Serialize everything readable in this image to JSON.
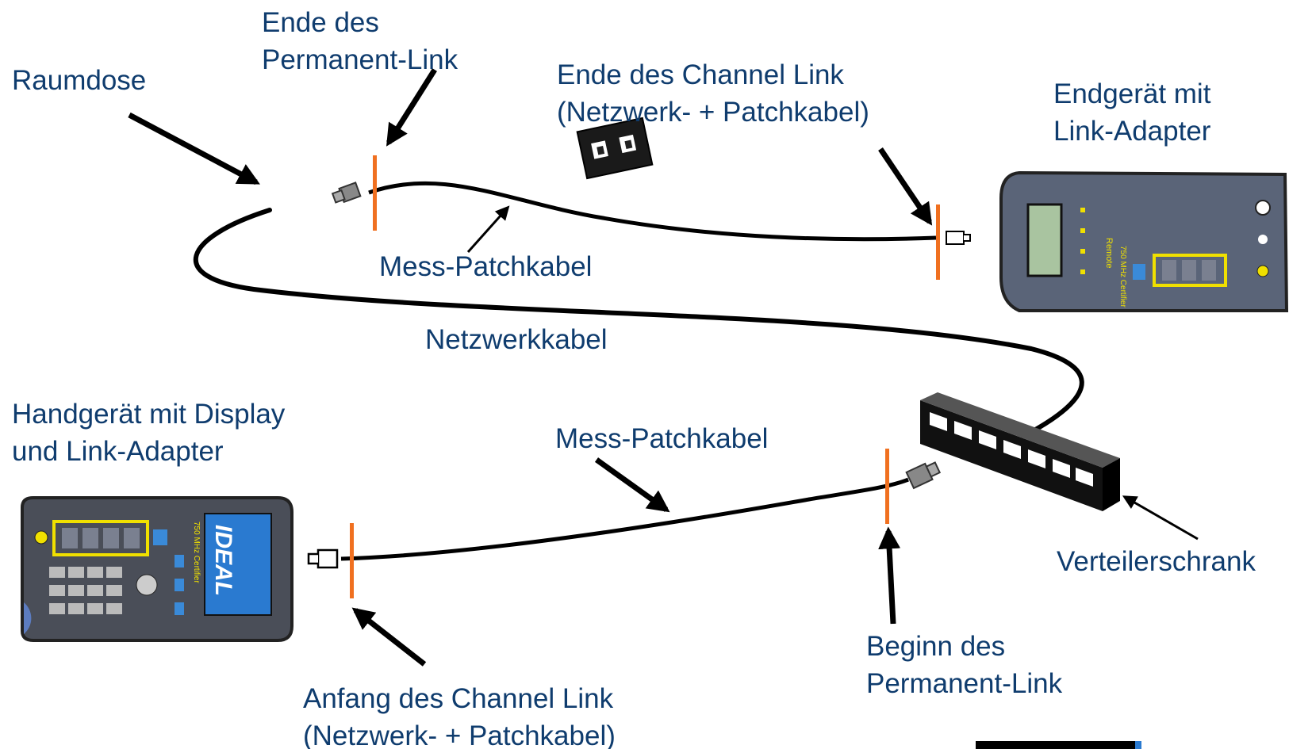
{
  "labels": {
    "raumdose": "Raumdose",
    "ende_permanent_1": "Ende des",
    "ende_permanent_2": "Permanent-Link",
    "ende_channel_1": "Ende des Channel Link",
    "ende_channel_2": "(Netzwerk- + Patchkabel)",
    "endgeraet_1": "Endgerät mit",
    "endgeraet_2": "Link-Adapter",
    "mess_patch_top": "Mess-Patchkabel",
    "netzwerkkabel": "Netzwerkkabel",
    "handgeraet_1": "Handgerät mit Display",
    "handgeraet_2": "und Link-Adapter",
    "mess_patch_bottom": "Mess-Patchkabel",
    "verteilerschrank": "Verteilerschrank",
    "beginn_permanent_1": "Beginn des",
    "beginn_permanent_2": "Permanent-Link",
    "anfang_channel_1": "Anfang des Channel Link",
    "anfang_channel_2": "(Netzwerk- + Patchkabel)"
  },
  "devices": {
    "handheld_brand": "IDEAL",
    "handheld_model": "750 MHz Certifier",
    "remote_label": "Remote",
    "remote_model": "750 MHz Certifier"
  },
  "colors": {
    "label_text": "#0f3c6e",
    "marker": "#f07020",
    "highlight": "#f0e000",
    "cable": "#000000"
  },
  "icons": [
    "rj45-plug-icon",
    "patch-panel-icon",
    "coupler-icon"
  ]
}
